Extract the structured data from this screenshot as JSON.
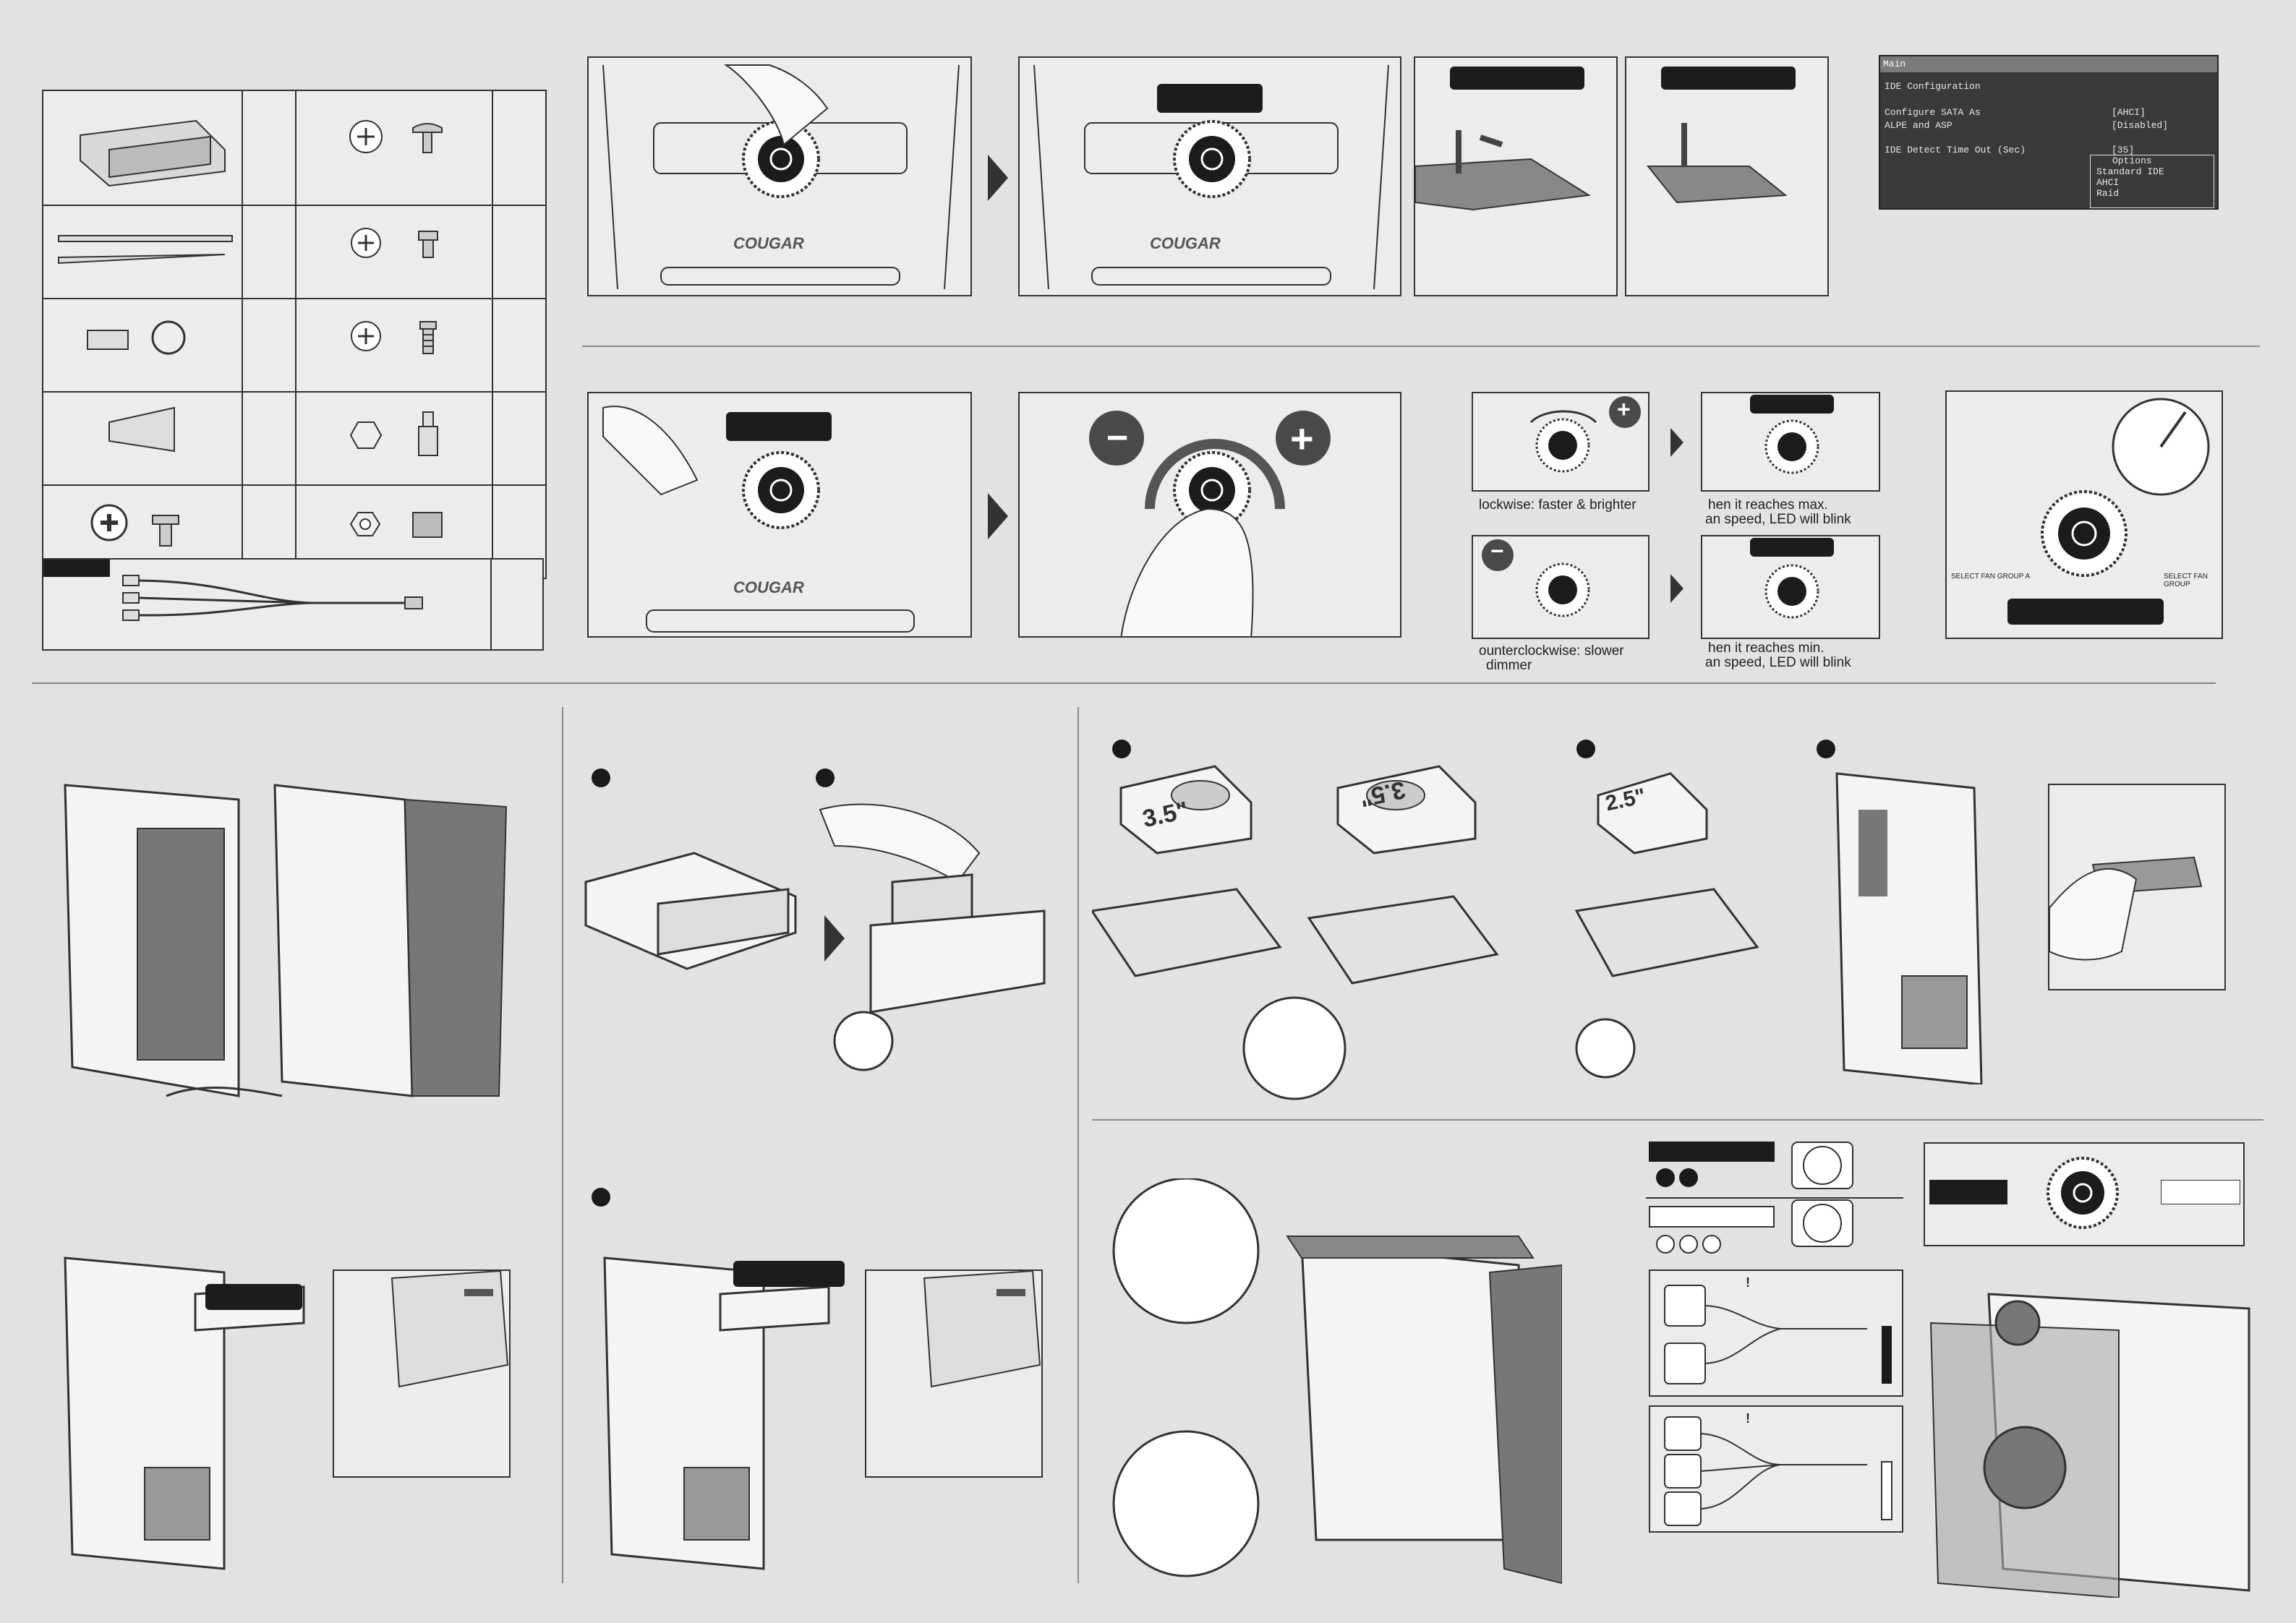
{
  "brand": "COUGAR",
  "bios": {
    "tab": "Main",
    "section": "IDE Configuration",
    "rows": [
      {
        "label": "Configure SATA As",
        "value": "[AHCI]"
      },
      {
        "label": "ALPE and ASP",
        "value": "[Disabled]"
      },
      {
        "label": "IDE Detect Time Out (Sec)",
        "value": "[35]"
      }
    ],
    "popup_title": "Options",
    "options": [
      "Standard IDE",
      "AHCI",
      "Raid"
    ]
  },
  "knob_captions": {
    "clockwise": "lockwise: faster & brighter",
    "max_line1": "hen it reaches max.",
    "max_line2": "an speed, LED will blink",
    "counterclockwise_line1": "ounterclockwise: slower",
    "counterclockwise_line2": "dimmer",
    "min_line1": "hen it reaches min.",
    "min_line2": "an speed, LED will blink"
  },
  "panel_labels": {
    "select_fan_group_a": "SELECT FAN GROUP A",
    "select_fan_group_b": "SELECT FAN GROUP"
  },
  "hdd_labels": {
    "size_35": "3.5\"",
    "size_25": "2.5\""
  },
  "symbols": {
    "plus": "+",
    "minus": "−",
    "warning": "!"
  },
  "colors": {
    "background": "#e2e2e2",
    "line": "#333333",
    "bar": "#1c1c1c"
  }
}
